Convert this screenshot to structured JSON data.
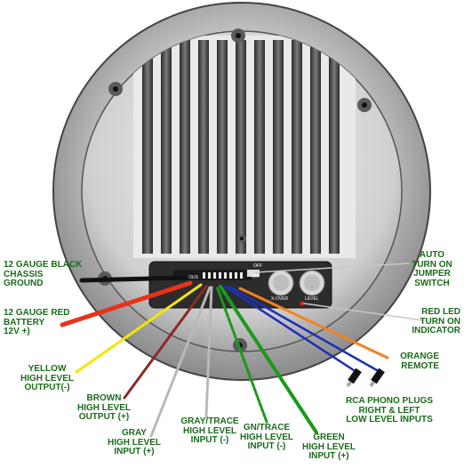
{
  "labels": {
    "ground": "12 GAUGE BLACK\nCHASSIS\nGROUND",
    "battery": "12 GAUGE RED\nBATTERY\n12v +)",
    "yellow": "YELLOW\nHIGH LEVEL\nOUTPUT(-)",
    "brown": "BROWN\nHIGH LEVEL\nOUTPUT (+)",
    "gray": "GRAY\nHIGH LEVEL\nINPUT (+)",
    "gray_trace": "GRAY/TRACE\nHIGH LEVEL\nINPUT (-)",
    "gn_trace": "GN/TRACE\nHIGH LEVEL\nINPUT (-)",
    "green": "GREEN\nHIGH LEVEL\nINPUT (+)",
    "auto_turn_on": "AUTO\nTURN ON\nJUMPER\nSWITCH",
    "red_led": "RED LED\nTURN ON\nINDICATOR",
    "orange": "ORANGE\nREMOTE",
    "rca": "RCA PHONO PLUGS\nRIGHT & LEFT\nLOW LEVEL INPUTS"
  },
  "panel": {
    "knob_left": "X-OVER",
    "knob_right": "LEVEL",
    "switch_on": "ON",
    "switch_off": "OFF"
  },
  "colors": {
    "label_text": "#1b6b1b",
    "wire_black": "#111111",
    "wire_red": "#e8321c",
    "wire_yellow": "#f2e600",
    "wire_brown": "#8b2a26",
    "wire_gray": "#b9b9b9",
    "wire_green": "#1a9a1a",
    "wire_orange": "#f58220",
    "wire_blue": "#1c2fb8",
    "led": "#e02020"
  }
}
